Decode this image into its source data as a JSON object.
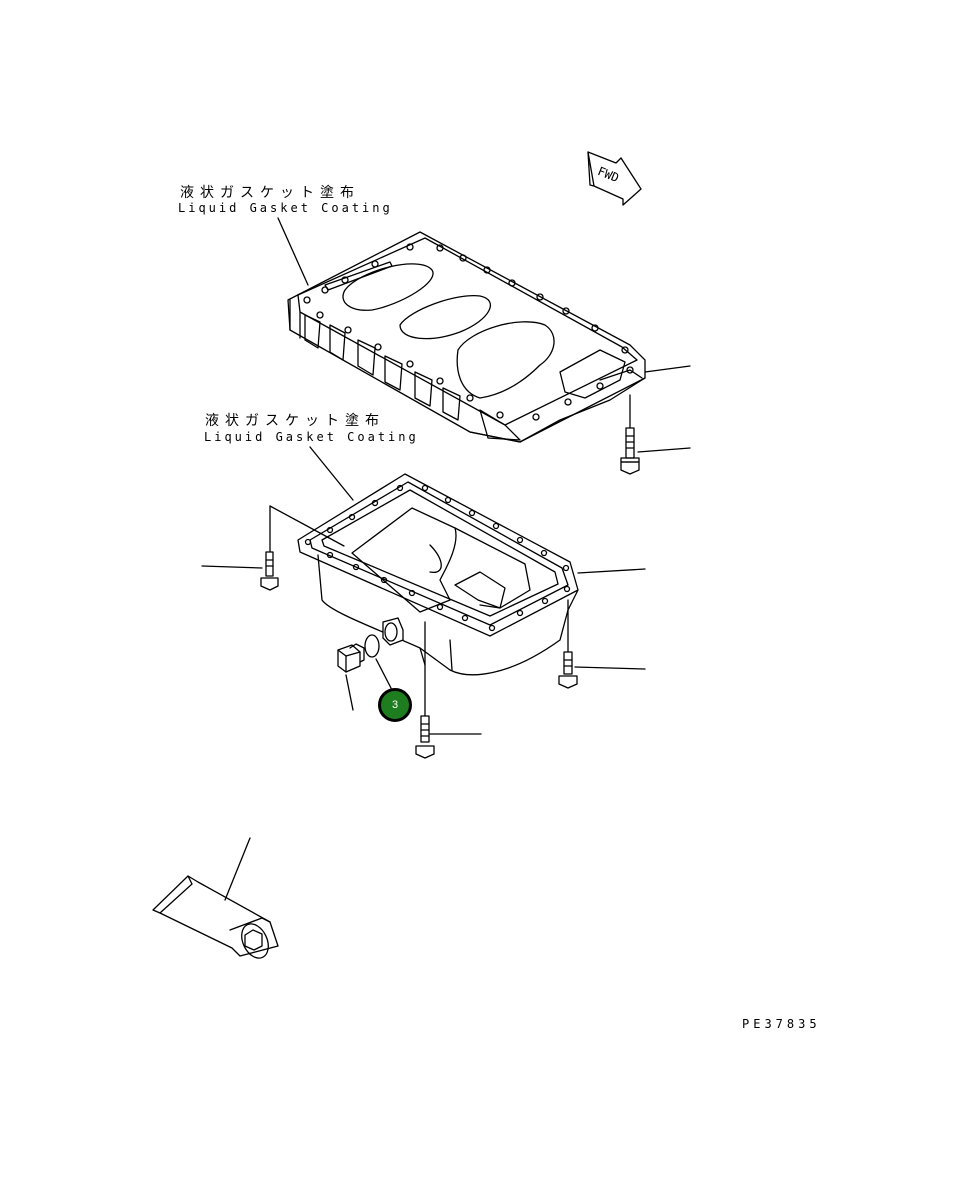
{
  "labels": {
    "upper_jp": "液状ガスケット塗布",
    "upper_en": "Liquid Gasket Coating",
    "lower_jp": "液状ガスケット塗布",
    "lower_en": "Liquid Gasket Coating"
  },
  "fwd_text": "FWD",
  "part_code": "PE37835",
  "callout_number": "3",
  "colors": {
    "line": "#000000",
    "callout_fill": "#1e7d1e",
    "background": "#ffffff"
  }
}
